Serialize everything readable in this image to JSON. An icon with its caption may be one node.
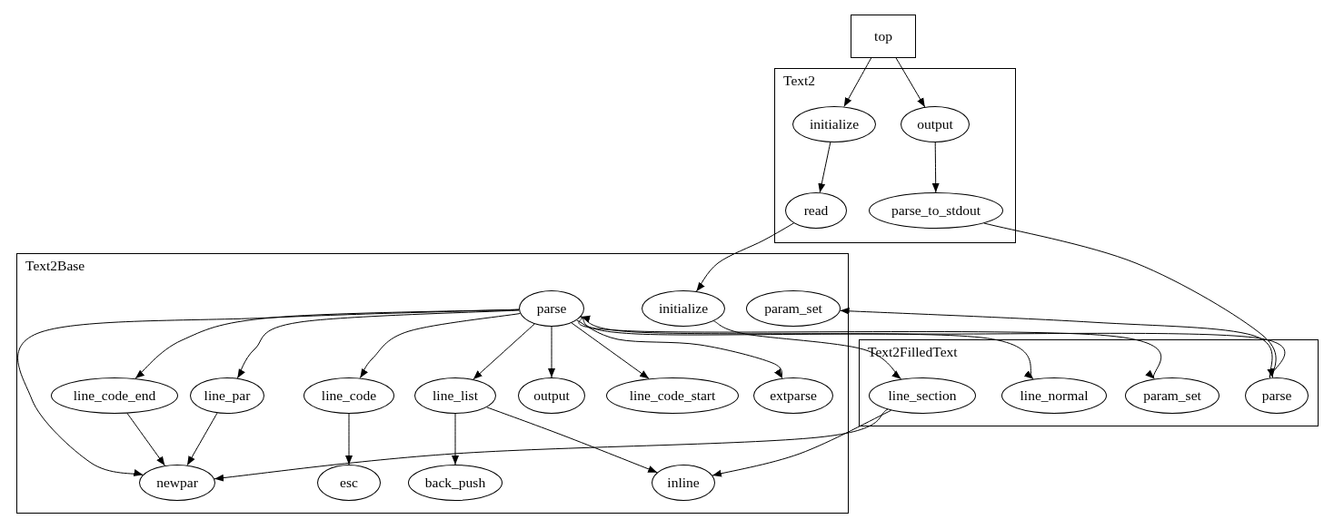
{
  "diagram": {
    "nodes": [
      {
        "text": [
          "top"
        ]
      },
      {
        "text": [
          "Text2"
        ]
      },
      {
        "text": [
          "initialize"
        ],
        "in": 1
      },
      {
        "text": [
          "output"
        ],
        "in": 1
      },
      {
        "text": [
          "read"
        ],
        "in": 1
      },
      {
        "text": [
          "parse_to_stdout"
        ],
        "in": 1
      },
      {
        "text": [
          "Text2Base"
        ]
      },
      {
        "text": [
          "parse"
        ],
        "in": 6
      },
      {
        "text": [
          "initialize"
        ],
        "in": 6
      },
      {
        "text": [
          "param_set"
        ],
        "in": 6
      },
      {
        "text": [
          "line_code_end"
        ],
        "in": 6
      },
      {
        "text": [
          "line_par"
        ],
        "in": 6
      },
      {
        "text": [
          "line_code"
        ],
        "in": 6
      },
      {
        "text": [
          "line_list"
        ],
        "in": 6
      },
      {
        "text": [
          "output"
        ],
        "in": 6
      },
      {
        "text": [
          "line_code_start"
        ],
        "in": 6
      },
      {
        "text": [
          "extparse"
        ],
        "in": 6
      },
      {
        "text": [
          "newpar"
        ],
        "in": 6
      },
      {
        "text": [
          "esc"
        ],
        "in": 6
      },
      {
        "text": [
          "back_push"
        ],
        "in": 6
      },
      {
        "text": [
          "inline"
        ],
        "in": 6
      },
      {
        "text": [
          "Text2FilledText"
        ]
      },
      {
        "text": [
          "line_section"
        ],
        "in": 21
      },
      {
        "text": [
          "line_normal"
        ],
        "in": 21
      },
      {
        "text": [
          "param_set"
        ],
        "in": 21
      },
      {
        "text": [
          "parse"
        ],
        "in": 21
      }
    ],
    "edges": [
      {
        "from": 0,
        "to": 2,
        "arrow": "to"
      },
      {
        "from": 0,
        "to": 3,
        "arrow": "to"
      },
      {
        "from": 2,
        "to": 4,
        "arrow": "to"
      },
      {
        "from": 3,
        "to": 5,
        "arrow": "to"
      },
      {
        "from": 4,
        "to": 8,
        "arrow": "to"
      },
      {
        "from": 5,
        "to": 25,
        "arrow": "to"
      },
      {
        "from": 7,
        "to": 17,
        "arrow": "to"
      },
      {
        "from": 7,
        "to": 10,
        "arrow": "to"
      },
      {
        "from": 7,
        "to": 11,
        "arrow": "to"
      },
      {
        "from": 7,
        "to": 12,
        "arrow": "to"
      },
      {
        "from": 7,
        "to": 13,
        "arrow": "to"
      },
      {
        "from": 7,
        "to": 14,
        "arrow": "to"
      },
      {
        "from": 7,
        "to": 15,
        "arrow": "to"
      },
      {
        "from": 7,
        "to": 16,
        "arrow": "to"
      },
      {
        "from": 10,
        "to": 17,
        "arrow": "to"
      },
      {
        "from": 11,
        "to": 17,
        "arrow": "to"
      },
      {
        "from": 12,
        "to": 18,
        "arrow": "to"
      },
      {
        "from": 13,
        "to": 19,
        "arrow": "to"
      },
      {
        "from": 13,
        "to": 20,
        "arrow": "to"
      },
      {
        "from": 22,
        "to": 17,
        "arrow": "to"
      },
      {
        "from": 22,
        "to": 20,
        "arrow": "to"
      },
      {
        "from": 8,
        "to": 22,
        "arrow": "to"
      },
      {
        "from": 7,
        "to": 23,
        "arrow": "to"
      },
      {
        "from": 7,
        "to": 24,
        "arrow": "to"
      },
      {
        "from": 25,
        "to": 9,
        "arrow": "to"
      },
      {
        "from": 25,
        "to": 7,
        "arrow": "to"
      }
    ]
  }
}
